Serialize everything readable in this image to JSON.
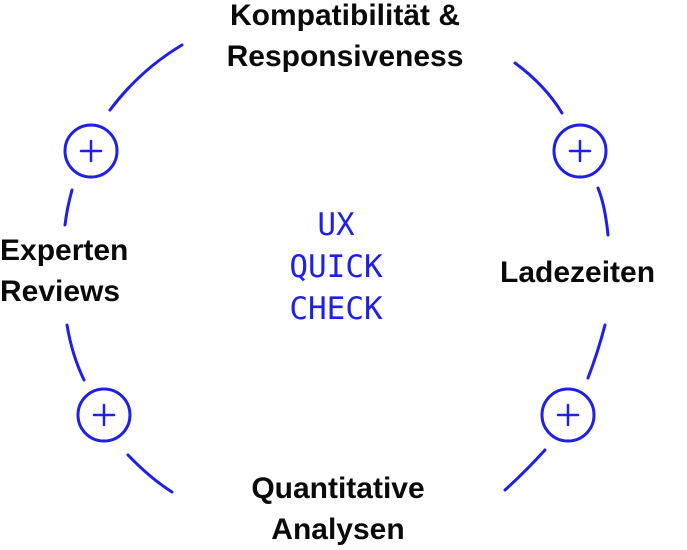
{
  "title": {
    "lines": [
      "UX",
      "QUICK",
      "CHECK"
    ]
  },
  "nodes": {
    "top": {
      "lines": [
        "Kompatibilität &",
        "Responsiveness"
      ]
    },
    "right": {
      "lines": [
        "Ladezeiten"
      ]
    },
    "bottom": {
      "lines": [
        "Quantitative",
        "Analysen"
      ]
    },
    "left": {
      "lines": [
        "Experten",
        "Reviews"
      ]
    }
  },
  "colors": {
    "accent": "#1f1fe6",
    "text": "#0a0a0a",
    "background": "#ffffff"
  },
  "icons": [
    "plus-icon",
    "plus-icon",
    "plus-icon",
    "plus-icon"
  ]
}
